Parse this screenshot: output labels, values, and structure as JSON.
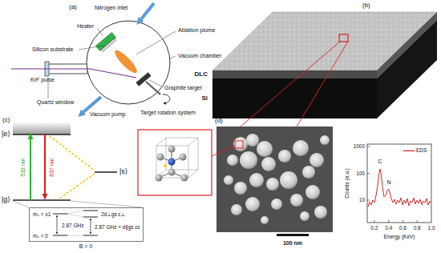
{
  "diagram": {
    "nodes": [
      {
        "text": [
          "mₛ = ±1",
          "mₛ = 0",
          "2.87 GHz",
          "2.87 GHz + d∥gs εz",
          "2d⊥gs ε⊥"
        ]
      }
    ],
    "labels": [
      "(a)",
      "Nitrogen inlet",
      "Heater",
      "Ablation plume",
      "Silicon substrate",
      "Vacuum chamber",
      "KrF pulse",
      "Quartz window",
      "Graphite target",
      "Vacuum pump",
      "Target rotation system",
      "(b)",
      "DLC",
      "Si",
      "(c)",
      "|e⟩",
      "|s⟩",
      "|g⟩",
      "532 nm",
      "637 nm",
      "B = 0",
      "(d)",
      "100 nm",
      "Counts (a.u.)",
      "1000",
      "100",
      "10",
      "0.2",
      "0.4",
      "0.6",
      "0.8",
      "1.0",
      "Energy (KeV)",
      "C",
      "N"
    ],
    "legend": [
      {
        "text": "EDS"
      }
    ]
  }
}
